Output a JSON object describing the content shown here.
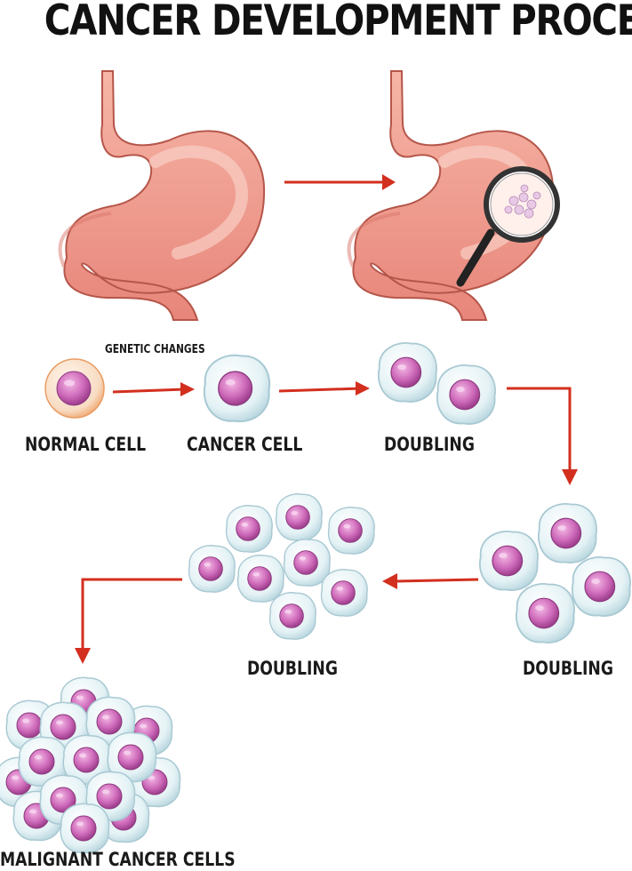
{
  "title": "CANCER DEVELOPMENT PROCESS",
  "labels": {
    "genetic_changes": "GENETIC CHANGES",
    "normal_cell": "NORMAL CELL",
    "cancer_cell": "CANCER CELL",
    "doubling_1": "DOUBLING",
    "doubling_2": "DOUBLING",
    "doubling_3": "DOUBLING",
    "malignant": "MALIGNANT CANCER CELLS"
  },
  "colors": {
    "arrow": "#d32f1e",
    "stomach": "#f2a394",
    "cell_nucleus": "#c767b0",
    "cancer_cell_body": "#dfeef2",
    "normal_cell_body": "#f6d3b6"
  }
}
